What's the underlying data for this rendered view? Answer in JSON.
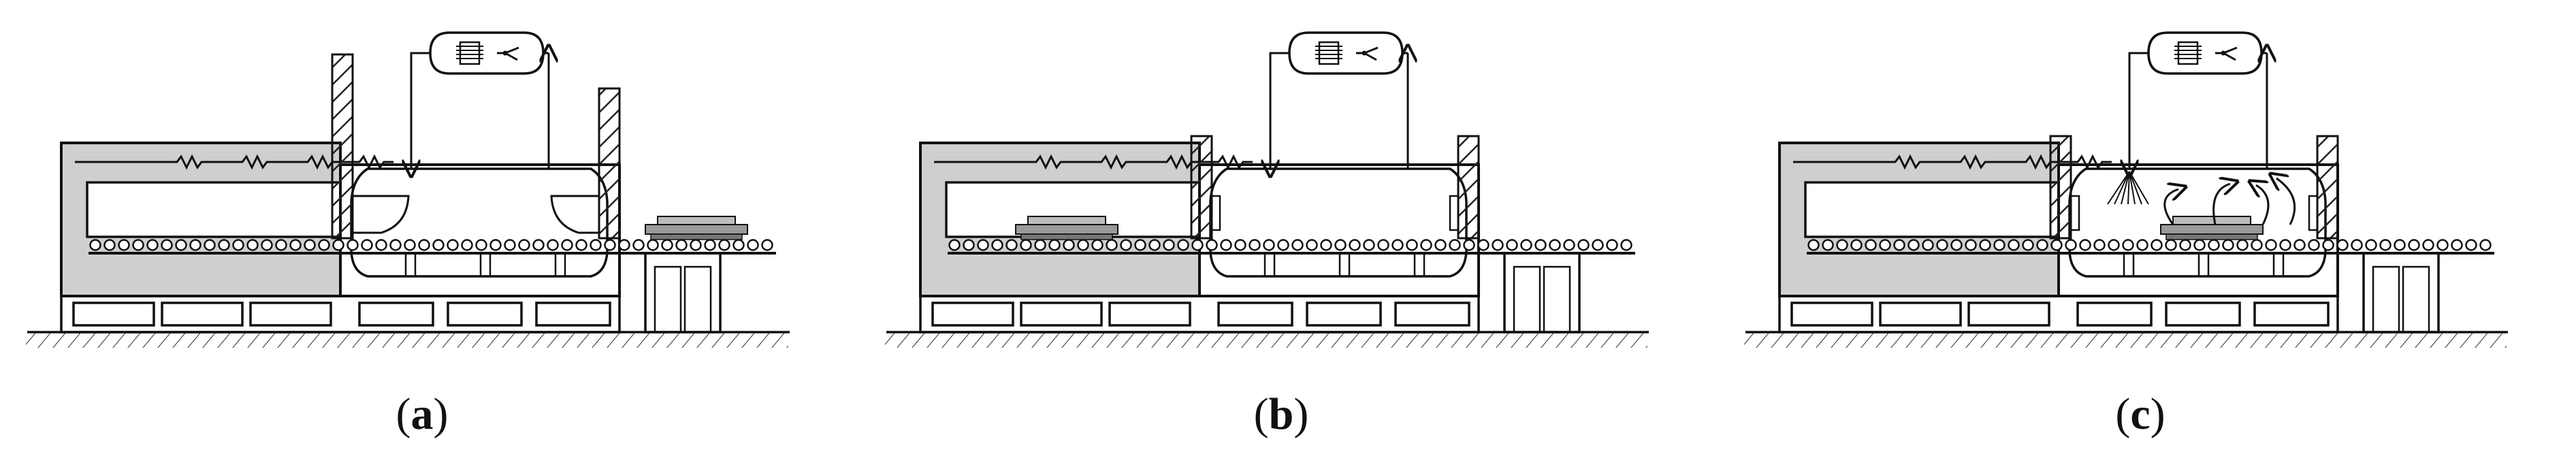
{
  "figure": {
    "panels": [
      {
        "id": "a",
        "caption_open": "(",
        "caption_letter": "a",
        "caption_close": ")",
        "door_state": "open",
        "load_position": "exit-conveyor",
        "airflow": false
      },
      {
        "id": "b",
        "caption_open": "(",
        "caption_letter": "b",
        "caption_close": ")",
        "door_state": "closed",
        "load_position": "heating-furnace",
        "airflow": false
      },
      {
        "id": "c",
        "caption_open": "(",
        "caption_letter": "c",
        "caption_close": ")",
        "door_state": "closed",
        "load_position": "cooling-chamber",
        "airflow": true
      }
    ],
    "colors": {
      "line": "#111111",
      "furnace_fill": "#cfcfcf",
      "hatch": "#222222",
      "load": "#9a9a9a"
    }
  }
}
